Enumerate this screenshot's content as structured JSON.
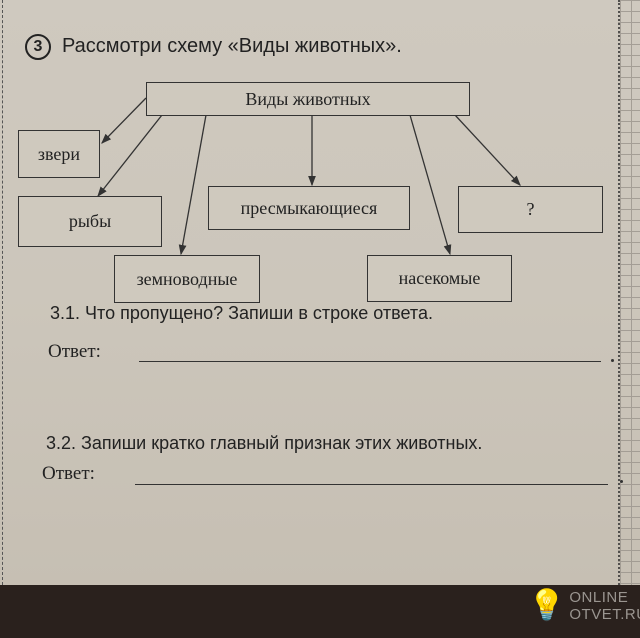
{
  "task": {
    "number": "3",
    "title": "Рассмотри схему «Виды животных»."
  },
  "diagram": {
    "root": "Виды животных",
    "nodes": [
      "звери",
      "рыбы",
      "пресмыкающиеся",
      "?",
      "земноводные",
      "насекомые"
    ]
  },
  "questions": [
    {
      "text": "3.1. Что пропущено? Запиши в строке ответа.",
      "answer_label": "Ответ:"
    },
    {
      "text": "3.2. Запиши кратко главный признак этих животных.",
      "answer_label": "Ответ:"
    }
  ],
  "watermark": {
    "line1": "ONLINE",
    "line2": "OTVET.RU",
    "icon": "lightbulb-icon"
  }
}
